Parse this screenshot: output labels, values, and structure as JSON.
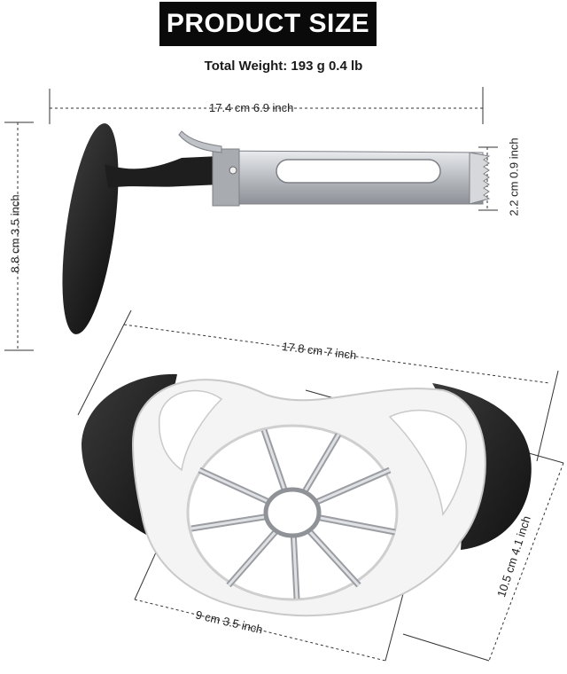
{
  "header": {
    "title": "PRODUCT SIZE",
    "weight": "Total  Weight: 193 g  0.4 lb"
  },
  "corer": {
    "length": "17.4 cm  6.9 inch",
    "height": "8.8 cm  3.5 inch",
    "diameter": "2.2 cm  0.9 inch"
  },
  "slicer": {
    "width": "17.8 cm  7 inch",
    "depth": "10.5 cm  4.1 inch",
    "inner": "9 cm  3.5 inch"
  },
  "colors": {
    "handle": "#1c1c1c",
    "steel": "#c8cbcf",
    "body": "#f2f2f2"
  }
}
